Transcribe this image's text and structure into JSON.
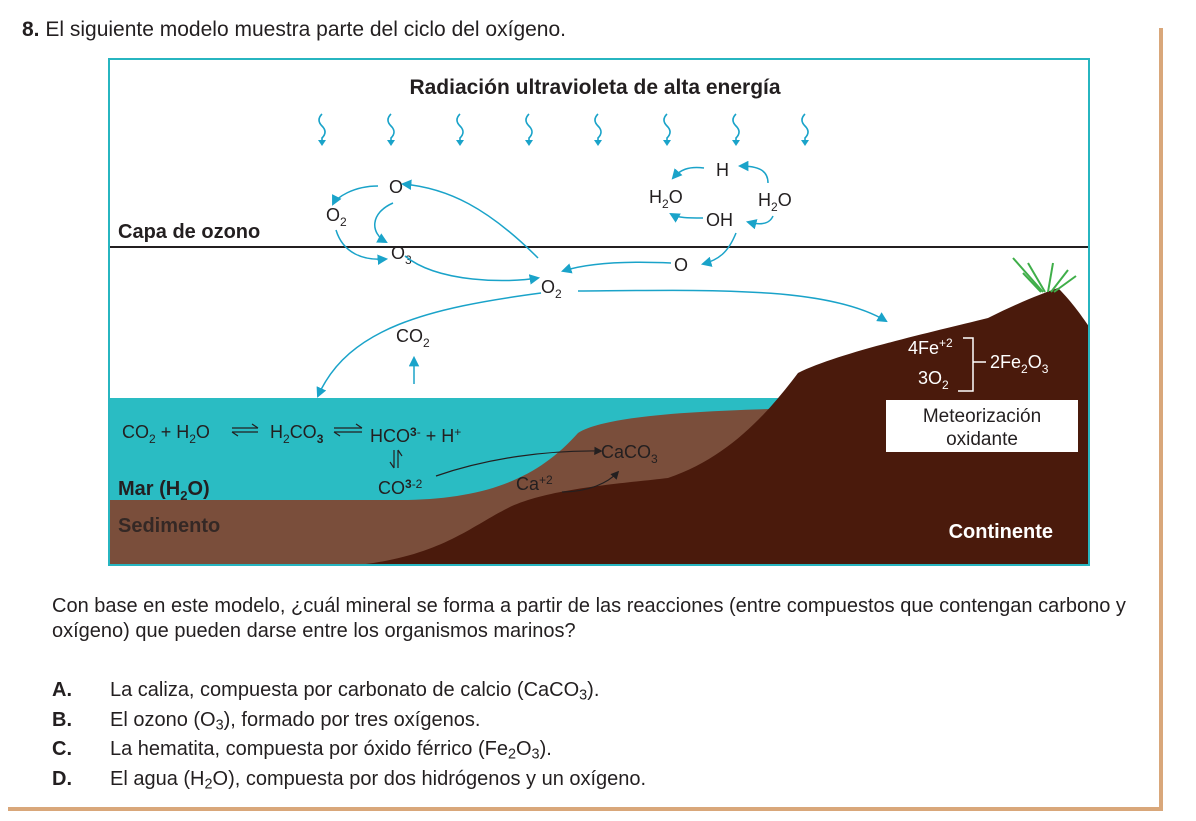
{
  "question": {
    "number": "8.",
    "stem": "El siguiente modelo muestra parte del ciclo del oxígeno."
  },
  "diagram": {
    "uv_title": "Radiación ultravioleta de alta energía",
    "ozone_label": "Capa de ozono",
    "sea_label_prefix": "Mar (H",
    "sea_label_sub": "2",
    "sea_label_suffix": "O)",
    "sediment_label": "Sedimento",
    "continent_label": "Continente",
    "weathering_line1": "Meteorización",
    "weathering_line2": "oxidante",
    "colors": {
      "border": "#27b5c0",
      "sea": "#2abcc3",
      "sediment": "#7a4e3b",
      "continent": "#4a1a0c",
      "arrow": "#1aa3c9",
      "grass": "#3fae49"
    }
  },
  "prompt": "Con base en este modelo, ¿cuál mineral se forma a partir de las reacciones (entre compuestos que contengan carbono y oxígeno) que pueden darse entre los organismos marinos?",
  "options": [
    {
      "letter": "A.",
      "pre": "La caliza, compuesta por carbonato de calcio (CaCO",
      "sub": "3",
      "post": ")."
    },
    {
      "letter": "B.",
      "pre": "El ozono (O",
      "sub": "3",
      "post": "), formado por tres oxígenos."
    },
    {
      "letter": "C.",
      "pre": "La hematita, compuesta por óxido férrico (Fe",
      "sub": "2",
      "mid": "O",
      "sub2": "3",
      "post": ")."
    },
    {
      "letter": "D.",
      "pre": "El agua (H",
      "sub": "2",
      "post": "O), compuesta por dos hidrógenos y un oxígeno."
    }
  ]
}
